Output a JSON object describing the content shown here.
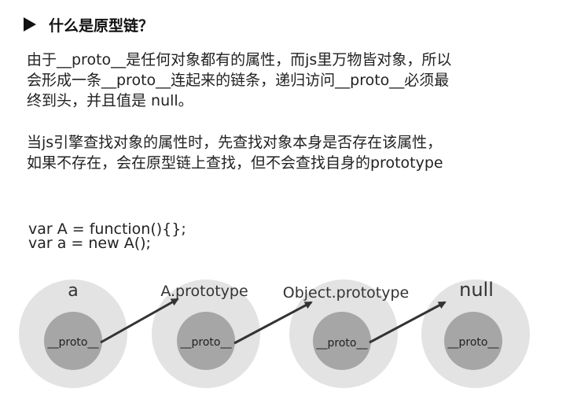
{
  "heading": {
    "icon": "triangle-bullet-icon",
    "title": "什么是原型链？"
  },
  "paragraphs": {
    "p1_line1": "由于__proto__是任何对象都有的属性，而js里万物皆对象，所以",
    "p1_line2": "会形成一条__proto__连起来的链条，递归访问__proto__必须最",
    "p1_line3": "终到头，并且值是 null。",
    "p2_line1": "当js引擎查找对象的属性时，先查找对象本身是否存在该属性，",
    "p2_line2": "如果不存在，会在原型链上查找，但不会查找自身的prototype"
  },
  "code": {
    "line1": "var A = function(){};",
    "line2": "var a = new A();"
  },
  "diagram": {
    "nodes": [
      {
        "name": "a",
        "inner": "__proto__"
      },
      {
        "name": "A.prototype",
        "inner": "__proto__"
      },
      {
        "name": "Object.prototype",
        "inner": "__proto__"
      },
      {
        "name": "null",
        "inner": "__proto__"
      }
    ],
    "colors": {
      "outer_circle": "#e3e3e3",
      "inner_circle": "#a6a6a6",
      "arrow": "#333333"
    }
  }
}
